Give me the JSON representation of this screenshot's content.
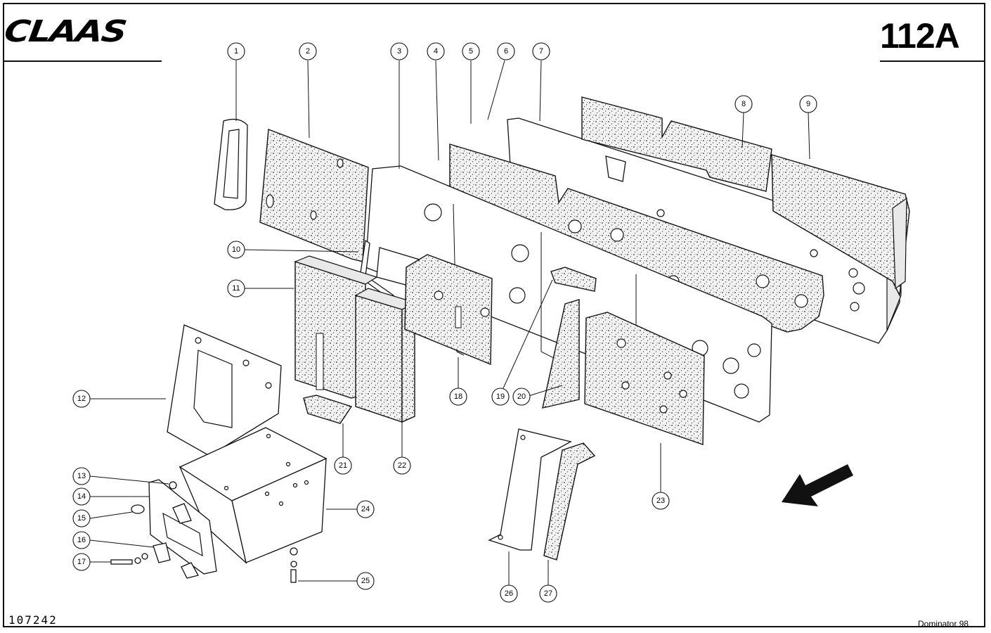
{
  "brand": "CLAAS",
  "sheet_number": "112A",
  "drawing_number": "107242",
  "model": "Dominator 98",
  "callouts": [
    "1",
    "2",
    "3",
    "4",
    "5",
    "6",
    "7",
    "8",
    "9",
    "10",
    "11",
    "12",
    "13",
    "14",
    "15",
    "16",
    "17",
    "18",
    "19",
    "20",
    "21",
    "22",
    "23",
    "24",
    "25",
    "26",
    "27"
  ],
  "icons": {
    "direction": "arrow-down-left-icon"
  }
}
